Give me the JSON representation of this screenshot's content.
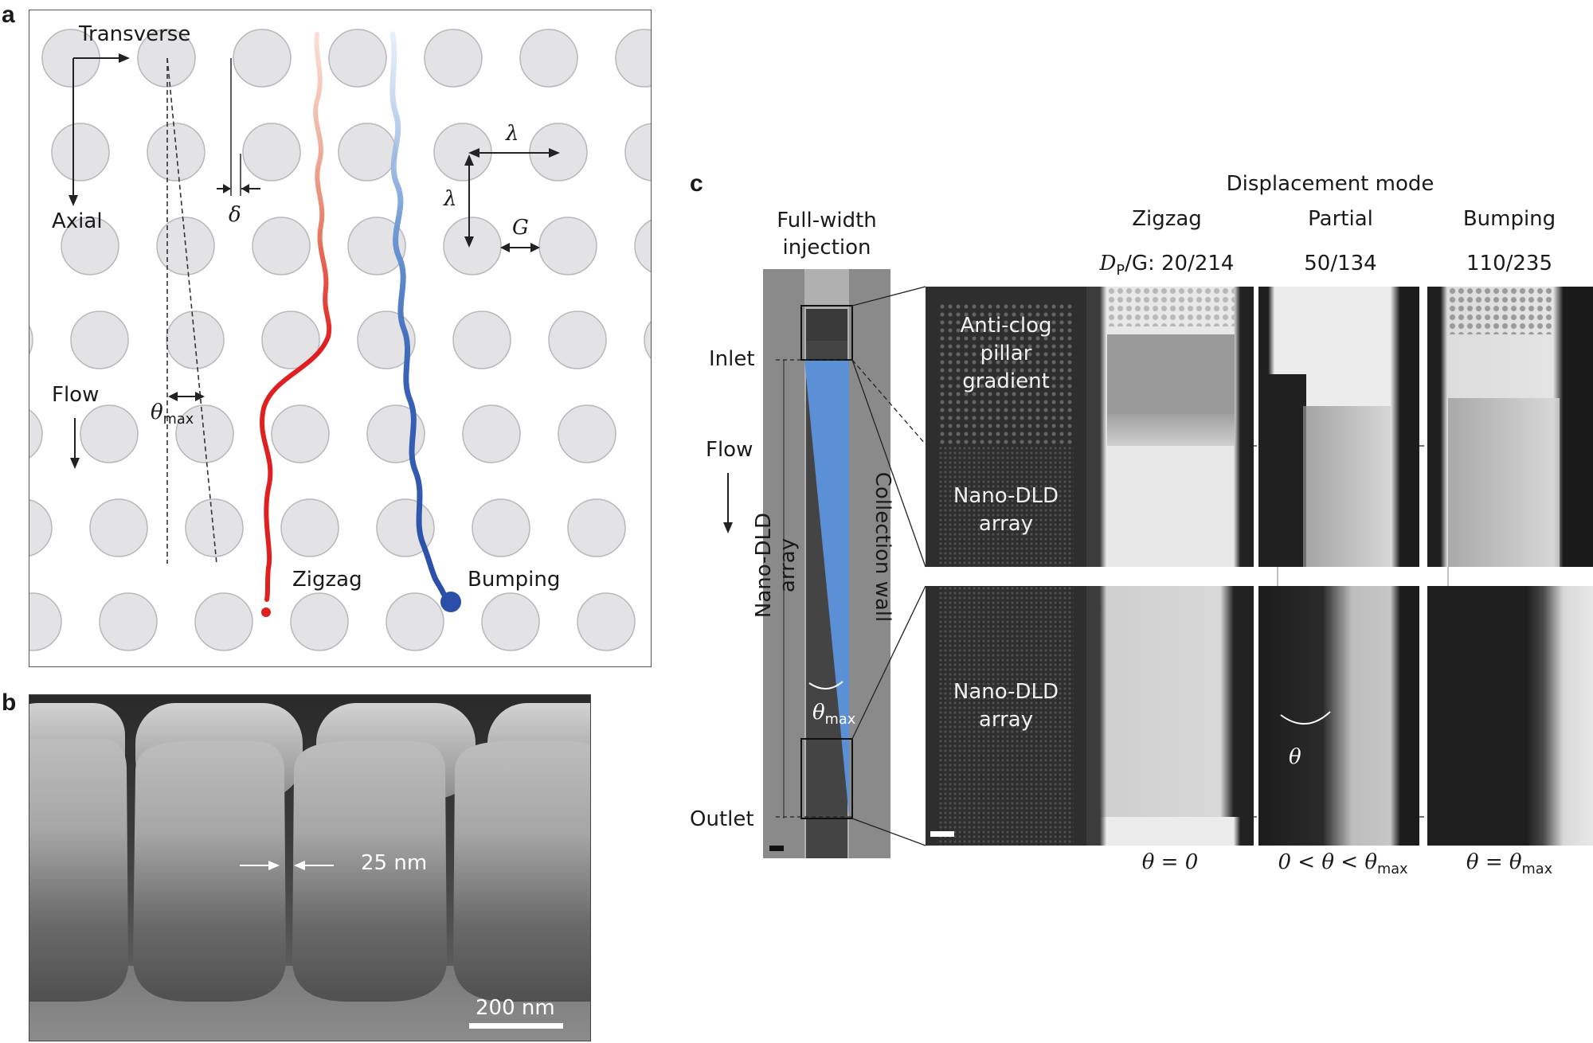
{
  "panels": {
    "a": {
      "letter": "a",
      "transverse": "Transverse",
      "axial": "Axial",
      "flow": "Flow",
      "theta_max_sym": "θ",
      "theta_max_sub": "max",
      "delta": "δ",
      "lambda": "λ",
      "gap": "G",
      "zigzag": "Zigzag",
      "bumping": "Bumping",
      "colors": {
        "pillar": "#e3e3e5",
        "pillar_edge": "#b8b8bc",
        "zigzag": "#e02020",
        "bumping": "#2b4ea8"
      }
    },
    "b": {
      "letter": "b",
      "gap_label": "25 nm",
      "scale_label": "200 nm"
    },
    "c": {
      "letter": "c",
      "displacement_mode": "Displacement mode",
      "full_width_line1": "Full-width",
      "full_width_line2": "injection",
      "zigzag": "Zigzag",
      "partial": "Partial",
      "bumping": "Bumping",
      "dp_sym": "D",
      "dp_sub": "P",
      "dp_rest": "/G: 20/214",
      "partial_ratio": "50/134",
      "bumping_ratio": "110/235",
      "inlet": "Inlet",
      "flow": "Flow",
      "outlet": "Outlet",
      "nano_dld_vertical": "Nano-DLD array",
      "collection_wall": "Collection wall",
      "theta_max_sym": "θ",
      "theta_max_sub": "max",
      "anticlog_1": "Anti-clog",
      "anticlog_2": "pillar",
      "anticlog_3": "gradient",
      "nano_1": "Nano-DLD",
      "nano_2": "array",
      "theta_sym": "θ",
      "zig_cond": "θ = 0",
      "partial_cond_prefix": "0 < θ < θ",
      "partial_cond_sub": "max",
      "bump_cond_prefix": "θ = θ",
      "bump_cond_sub": "max",
      "colors": {
        "triangle": "#5b8fd6"
      }
    }
  }
}
